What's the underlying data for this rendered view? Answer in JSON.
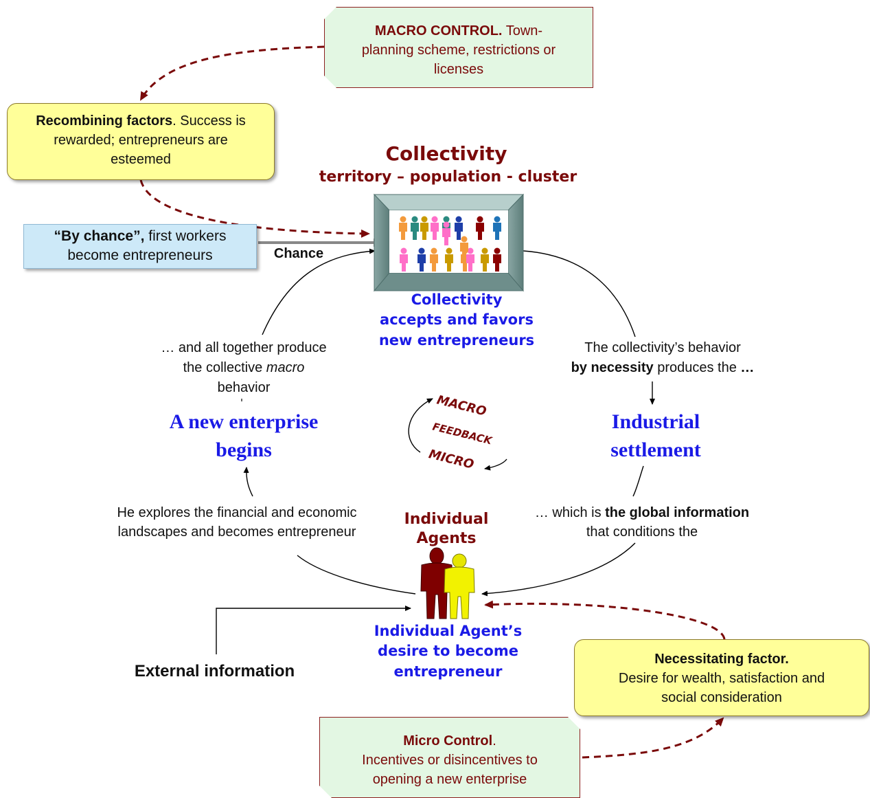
{
  "header": {
    "title": "Collectivity",
    "subtitle": "territory – population - cluster"
  },
  "macro_control": {
    "heading": "MACRO CONTROL.",
    "text_line1": " Town-",
    "text_line2": "planning scheme, restrictions or",
    "text_line3": "licenses"
  },
  "recombining": {
    "heading": "Recombining factors",
    "text_line1": ". Success is",
    "text_line2": "rewarded; entrepreneurs are",
    "text_line3": "esteemed"
  },
  "chance_box": {
    "heading": "“By chance”,",
    "text_line1": " first workers",
    "text_line2": "become entrepreneurs"
  },
  "chance_label": "Chance",
  "collectivity_accepts": {
    "line1": "Collectivity",
    "line2": "accepts and favors",
    "line3": "new entrepreneurs"
  },
  "collective_behavior": {
    "line1": "… and all together produce",
    "line2a": "the collective ",
    "line2b": "macro",
    "line3": "behavior"
  },
  "collectivity_behavior": {
    "line1": "The collectivity’s behavior",
    "line2a": "by necessity",
    "line2b": " produces the ",
    "line2c": "…"
  },
  "new_enterprise": {
    "line1": "A new enterprise",
    "line2": "begins"
  },
  "industrial": {
    "line1": "Industrial",
    "line2": "settlement"
  },
  "feedback": {
    "macro": "MACRO",
    "feedback": "FEEDBACK",
    "micro": "MICRO"
  },
  "explores": {
    "line1": "He explores the financial and economic",
    "line2": "landscapes and becomes entrepreneur"
  },
  "global_info": {
    "line1a": "… which is ",
    "line1b": "the global information",
    "line2": "that conditions the"
  },
  "individual_agents": {
    "line1": "Individual",
    "line2": "Agents"
  },
  "agent_desire": {
    "line1": "Individual Agent’s",
    "line2": "desire to become",
    "line3": "entrepreneur"
  },
  "external_info": "External information",
  "necessitating": {
    "heading": "Necessitating factor.",
    "line1": "Desire for wealth, satisfaction and",
    "line2": "social consideration"
  },
  "micro_control": {
    "heading": "Micro Control",
    "heading_dot": ".",
    "line1": "Incentives or disincentives to",
    "line2": "opening a new enterprise"
  },
  "colors": {
    "dark_red": "#7a0a0a",
    "blue": "#1a1ae6",
    "green_box": "#e3f7e3",
    "yellow_box": "#ffff99",
    "blue_box": "#cde9f8"
  }
}
